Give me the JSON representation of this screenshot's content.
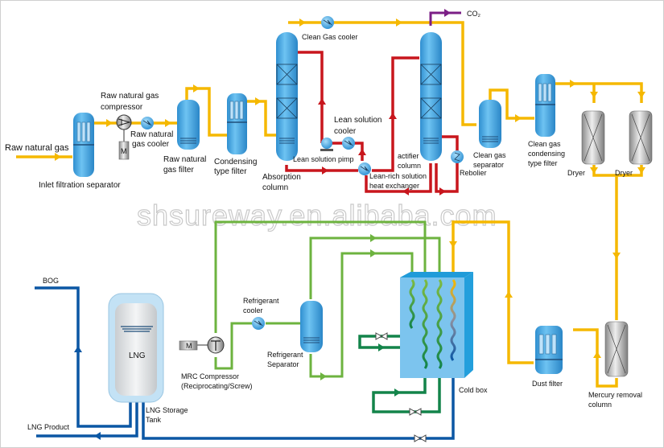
{
  "title": "LNG liquefaction process flow diagram",
  "watermark": "shsureway.en.alibaba.com",
  "colors": {
    "gas_line": "#f5b800",
    "amine_line": "#c8161d",
    "co2_line": "#7b1f86",
    "refrigerant_line": "#6db33f",
    "refrigerant_dark": "#13844a",
    "lng_line": "#0b57a4",
    "vessel_blue": "#3ea3e0",
    "cold_box": "#7cc4ee"
  },
  "labels": {
    "raw_natural_gas": "Raw natural gas",
    "inlet_filtration_separator": "Inlet filtration separator",
    "raw_gas_compressor_l1": "Raw natural gas",
    "raw_gas_compressor_l2": "compressor",
    "raw_gas_cooler_l1": "Raw natural",
    "raw_gas_cooler_l2": "gas cooler",
    "raw_gas_filter_l1": "Raw natural",
    "raw_gas_filter_l2": "gas filter",
    "condensing_filter_l1": "Condensing",
    "condensing_filter_l2": "type filter",
    "absorption_column_l1": "Absorption",
    "absorption_column_l2": "column",
    "clean_gas_cooler": "Clean Gas cooler",
    "lean_solution_cooler_l1": "Lean solution",
    "lean_solution_cooler_l2": "cooler",
    "lean_solution_pump": "Lean solution pimp",
    "lean_rich_hx_l1": "Lean-rich solution",
    "lean_rich_hx_l2": "heat exchanger",
    "rectifier_column_l1": "actifier",
    "rectifier_column_l2": "column",
    "co2": "CO₂",
    "reboiler": "Rebolier",
    "clean_gas_separator_l1": "Clean gas",
    "clean_gas_separator_l2": "separator",
    "clean_gas_condensing_filter_l1": "Clean gas",
    "clean_gas_condensing_filter_l2": "condensing",
    "clean_gas_condensing_filter_l3": "type filter",
    "dryer_1": "Dryer",
    "dryer_2": "Dryer",
    "bog": "BOG",
    "lng_tank_text": "LNG",
    "lng_storage_tank_l1": "LNG Storage",
    "lng_storage_tank_l2": "Tank",
    "lng_product": "LNG Product",
    "motor_1": "M",
    "motor_2": "M",
    "mrc_compressor_l1": "MRC Compressor",
    "mrc_compressor_l2": "(Reciprocating/Screw)",
    "refrigerant_cooler_l1": "Refrigerant",
    "refrigerant_cooler_l2": "cooler",
    "refrigerant_separator_l1": "Refrigerant",
    "refrigerant_separator_l2": "Separator",
    "cold_box": "Cold box",
    "dust_filter": "Dust filter",
    "mercury_removal_l1": "Mercury removal",
    "mercury_removal_l2": "column"
  }
}
